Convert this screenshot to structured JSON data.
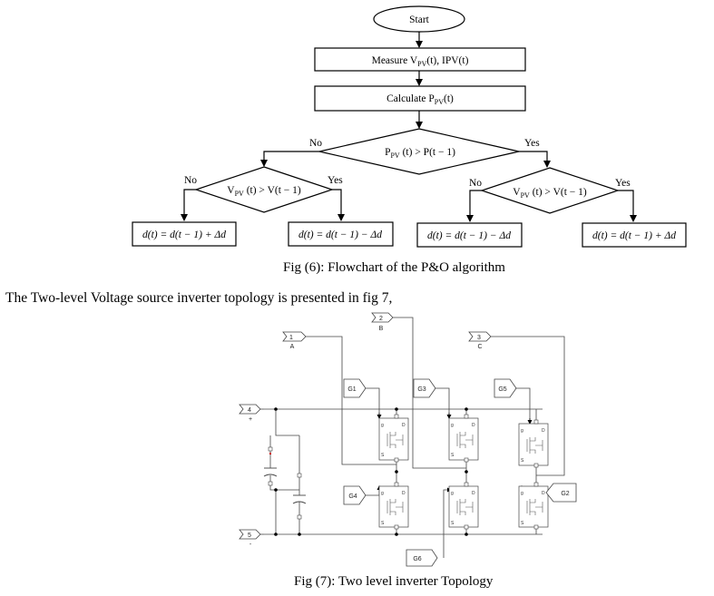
{
  "flowchart": {
    "start": "Start",
    "measure_prefix": "Measure V",
    "measure_sub": "PV",
    "measure_suffix": "(t), IPV(t)",
    "calc_prefix": "Calculate P",
    "calc_sub": "PV",
    "calc_suffix": "(t)",
    "main_decision_prefix": "P",
    "main_decision_sub": "PV",
    "main_decision_suffix": " (t) > P(t − 1)",
    "left_decision_prefix": "V",
    "left_decision_sub": "PV",
    "left_decision_suffix": " (t) > V(t − 1)",
    "right_decision_prefix": "V",
    "right_decision_sub": "PV",
    "right_decision_suffix": " (t) > V(t − 1)",
    "no": "No",
    "yes": "Yes",
    "out_plus": "d(t) = d(t − 1) + Δd",
    "out_minus": "d(t) = d(t − 1) − Δd"
  },
  "fig6_caption": "Fig (6): Flowchart of the P&O algorithm",
  "paragraph": "The Two-level Voltage source inverter topology is presented in fig 7,",
  "circuit": {
    "port1": "1",
    "port1_label": "A",
    "port2": "2",
    "port2_label": "B",
    "port3": "3",
    "port3_label": "C",
    "port4": "4",
    "port4_label": "+",
    "port5": "5",
    "port5_label": "-",
    "g1": "G1",
    "g2": "G2",
    "g3": "G3",
    "g4": "G4",
    "g5": "G5",
    "g6": "G6",
    "pin_g": "g",
    "pin_d": "D",
    "pin_s": "S"
  },
  "fig7_caption": "Fig (7): Two level inverter Topology"
}
